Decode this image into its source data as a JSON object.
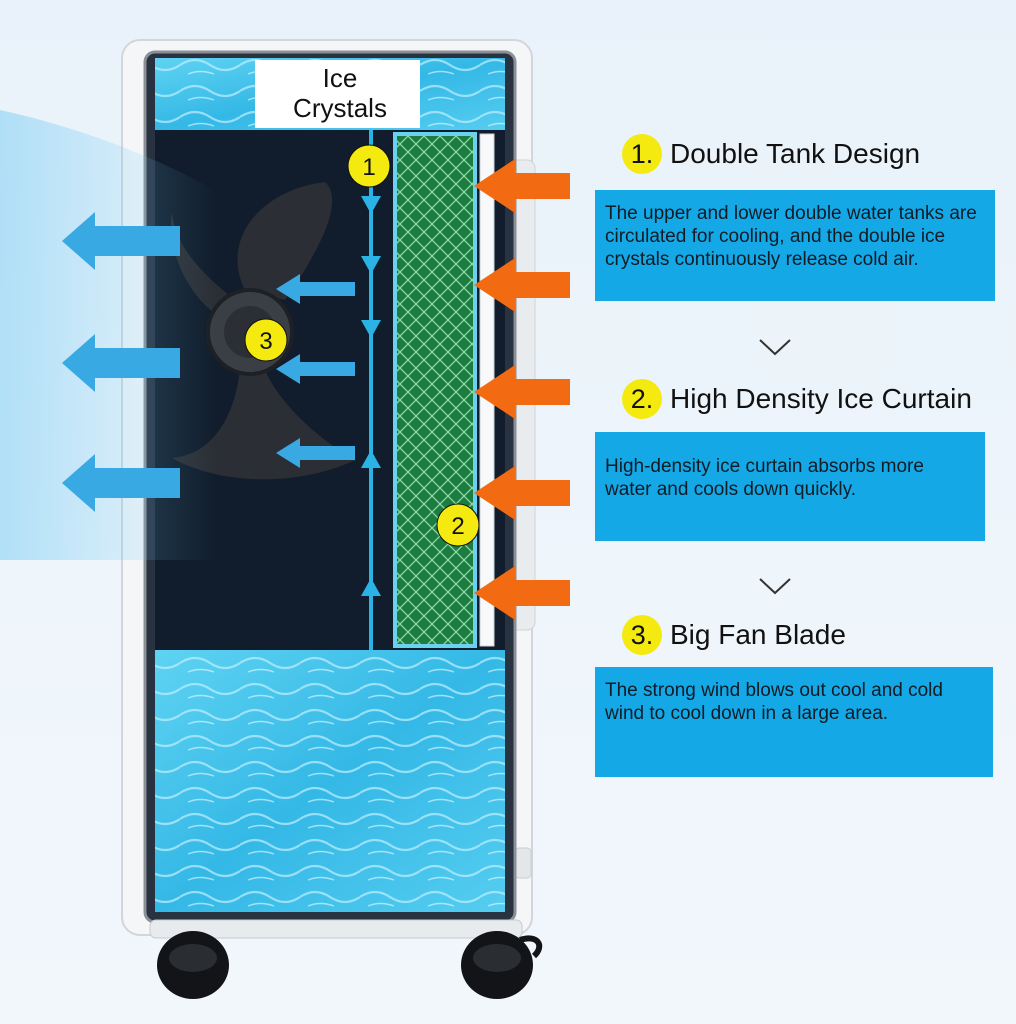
{
  "cooler": {
    "top_label": "Ice Crystals",
    "markers": [
      "1",
      "2",
      "3"
    ]
  },
  "features": [
    {
      "number": "1.",
      "title": "Double Tank Design",
      "description": "The upper and lower double water tanks are circulated for cooling, and the double ice crystals continuously release cold air."
    },
    {
      "number": "2.",
      "title": "High Density Ice Curtain",
      "description": "High-density ice curtain absorbs more water and cools down quickly."
    },
    {
      "number": "3.",
      "title": "Big Fan Blade",
      "description": "The strong wind blows out cool and cold wind to cool down in a large area."
    }
  ],
  "colors": {
    "water": "#3cc4ec",
    "curtain": "#1e7a3e",
    "warm_arrow": "#f26a12",
    "cold_arrow": "#39a9e4",
    "desc_box": "#14a8e6",
    "marker": "#f5ea10"
  }
}
